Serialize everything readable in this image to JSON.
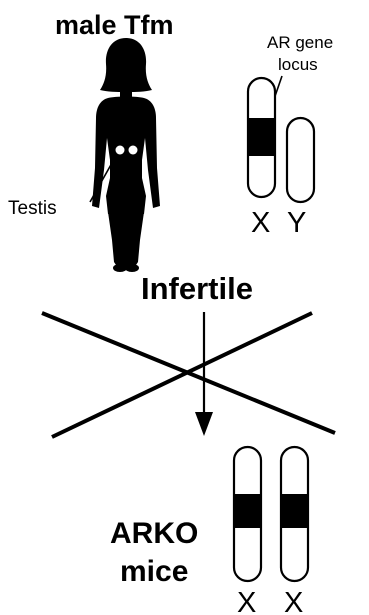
{
  "top": {
    "title": "male Tfm",
    "testis_label": "Testis",
    "ar_label_line1": "AR gene",
    "ar_label_line2": "locus",
    "chromosome_x_label": "X",
    "chromosome_y_label": "Y"
  },
  "middle": {
    "status": "Infertile"
  },
  "bottom": {
    "label_line1": "ARKO",
    "label_line2": "mice",
    "chromosome_x1_label": "X",
    "chromosome_x2_label": "X"
  },
  "colors": {
    "ink": "#000000",
    "background": "#ffffff"
  }
}
